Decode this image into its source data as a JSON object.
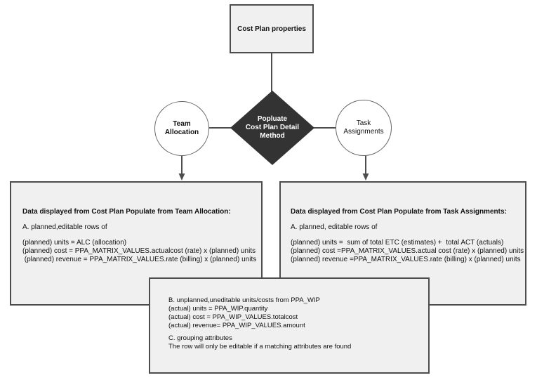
{
  "diagram": {
    "top_box": {
      "label": "Cost Plan properties"
    },
    "decision": {
      "line1": "Popluate",
      "line2": "Cost Plan Detail",
      "line3": "Method"
    },
    "team_circle": {
      "line1": "Team",
      "line2": "Allocation"
    },
    "task_circle": {
      "line1": "Task",
      "line2": "Assignments"
    },
    "team_box": {
      "title": "Data displayed from Cost Plan Populate from Team Allocation:",
      "row_a": "A. planned,editable rows of",
      "formula1": "(planned) units = ALC (allocation)",
      "formula2": "(planned) cost = PPA_MATRIX_VALUES.actualcost (rate) x (planned) units",
      "formula3": " (planned) revenue = PPA_MATRIX_VALUES.rate (billing) x (planned) units"
    },
    "task_box": {
      "title": "Data displayed from Cost Plan Populate from Task Assignments:",
      "row_a": "A. planned, editable rows of",
      "formula1": "(planned) units =  sum of total ETC (estimates) +  total ACT (actuals)",
      "formula2": "(planned) cost =PPA_MATRIX_VALUES.actual cost (rate) x (planned) units",
      "formula3": "(planned) revenue =PPA_MATRIX_VALUES.rate (billing) x (planned) units"
    },
    "wip_box": {
      "row_b": "B. unplanned,uneditable units/costs from PPA_WIP",
      "b_formula1": "(actual) units = PPA_WIP.quantity",
      "b_formula2": "(actual) cost = PPA_WIP_VALUES.totalcost",
      "b_formula3": "(actual) revenue= PPA_WIP_VALUES.amount",
      "row_c": "C. grouping attributes",
      "c_note": "The row will only be editable if a matching attributes are found"
    }
  },
  "colors": {
    "box_fill": "#f0f0f0",
    "box_border": "#4d4d4d",
    "diamond_fill": "#333333",
    "diamond_text": "#ffffff",
    "circle_border": "#666666",
    "connector": "#4d4d4d",
    "background": "#ffffff"
  }
}
